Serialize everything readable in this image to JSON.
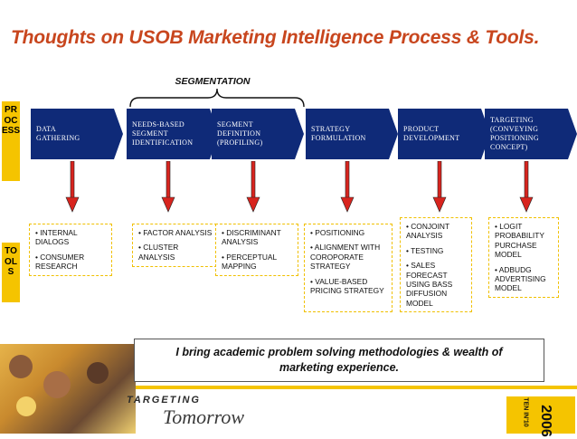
{
  "title": "Thoughts on USOB Marketing Intelligence Process & Tools.",
  "segmentation_label": "SEGMENTATION",
  "process_side_label": "PROCESS",
  "tools_side_label": "TOOLS",
  "process_steps": [
    {
      "label": "DATA\nGATHERING",
      "tools": [
        "• INTERNAL DIALOGS",
        "• CONSUMER RESEARCH"
      ]
    },
    {
      "label": "NEEDS-BASED\nSEGMENT\nIDENTIFICATION",
      "tools": [
        "• FACTOR ANALYSIS",
        "• CLUSTER ANALYSIS"
      ]
    },
    {
      "label": "SEGMENT\nDEFINITION\n(PROFILING)",
      "tools": [
        "• DISCRIMINANT ANALYSIS",
        "• PERCEPTUAL MAPPING"
      ]
    },
    {
      "label": "STRATEGY\nFORMULATION",
      "tools": [
        "• POSITIONING",
        "• ALIGNMENT WITH COROPORATE STRATEGY",
        "• VALUE-BASED PRICING STRATEGY"
      ]
    },
    {
      "label": "PRODUCT\nDEVELOPMENT",
      "tools": [
        "• CONJOINT ANALYSIS",
        "• TESTING",
        "• SALES FORECAST USING BASS DIFFUSION MODEL"
      ]
    },
    {
      "label": "TARGETING\n(CONVEYING\nPOSITIONING\nCONCEPT)",
      "tools": [
        "• LOGIT PROBABILITY PURCHASE MODEL",
        "• ADBUDG ADVERTISING MODEL"
      ]
    }
  ],
  "conclusion": "I bring academic problem solving methodologies & wealth of marketing experience.",
  "footer": {
    "brand_line1": "TARGETING",
    "brand_line2": "Tomorrow",
    "year": "2006",
    "edition": "TEN IN'10"
  },
  "colors": {
    "title": "#c8461e",
    "process_box": "#0f2a78",
    "arrow": "#d8241e",
    "accent_yellow": "#f5c400"
  }
}
